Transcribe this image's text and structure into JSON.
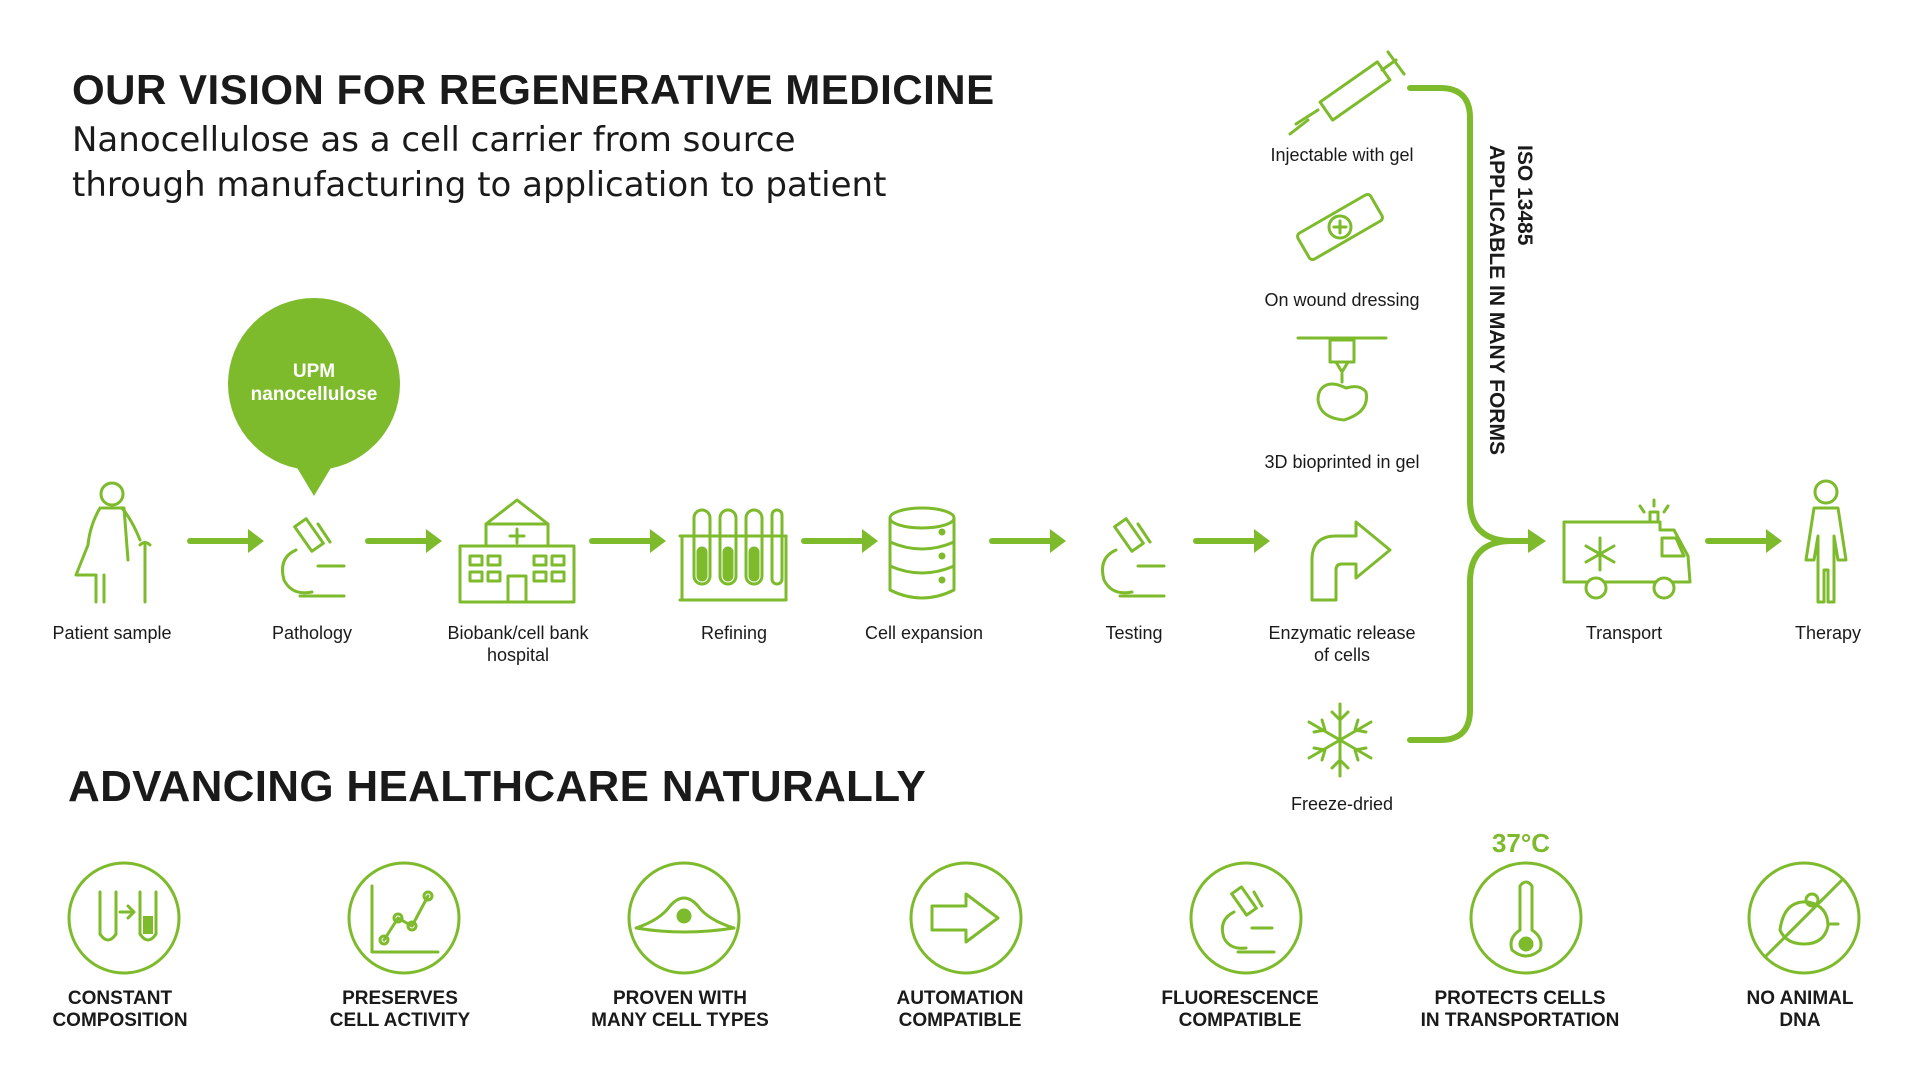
{
  "header": {
    "title": "OUR VISION FOR REGENERATIVE MEDICINE",
    "subtitle_line1": "Nanocellulose as a cell carrier from source",
    "subtitle_line2": "through manufacturing to application to patient"
  },
  "bubble": {
    "line1": "UPM",
    "line2": "nanocellulose"
  },
  "process": {
    "steps": [
      {
        "label": "Patient sample",
        "icon": "elderly-person-icon"
      },
      {
        "label": "Pathology",
        "icon": "microscope-icon"
      },
      {
        "label_line1": "Biobank/cell bank",
        "label_line2": "hospital",
        "icon": "hospital-icon"
      },
      {
        "label": "Refining",
        "icon": "test-tubes-icon"
      },
      {
        "label": "Cell expansion",
        "icon": "database-stack-icon"
      },
      {
        "label": "Testing",
        "icon": "microscope-icon"
      },
      {
        "label_line1": "Enzymatic release",
        "label_line2": "of cells",
        "icon": "curved-arrow-icon"
      },
      {
        "label": "Transport",
        "icon": "ambulance-icon"
      },
      {
        "label": "Therapy",
        "icon": "person-icon"
      }
    ]
  },
  "forms": {
    "items": [
      {
        "label": "Injectable with gel",
        "icon": "syringe-icon"
      },
      {
        "label": "On wound dressing",
        "icon": "bandage-icon"
      },
      {
        "label": "3D bioprinted in gel",
        "icon": "bioprinter-icon"
      },
      {
        "label": "Freeze-dried",
        "icon": "snowflake-icon"
      }
    ],
    "vertical_line1": "ISO 13485",
    "vertical_line2": "APPLICABLE IN MANY FORMS"
  },
  "section2": {
    "title": "ADVANCING HEALTHCARE NATURALLY",
    "features": [
      {
        "line1": "CONSTANT",
        "line2": "COMPOSITION",
        "icon": "tubes-transfer-icon"
      },
      {
        "line1": "PRESERVES",
        "line2": "CELL ACTIVITY",
        "icon": "line-graph-icon"
      },
      {
        "line1": "PROVEN WITH",
        "line2": "MANY CELL TYPES",
        "icon": "cell-icon"
      },
      {
        "line1": "AUTOMATION",
        "line2": "COMPATIBLE",
        "icon": "arrow-right-icon"
      },
      {
        "line1": "FLUORESCENCE",
        "line2": "COMPATIBLE",
        "icon": "microscope-icon"
      },
      {
        "line1": "PROTECTS CELLS",
        "line2": "IN TRANSPORTATION",
        "icon": "thermometer-icon"
      },
      {
        "line1": "NO ANIMAL",
        "line2": "DNA",
        "icon": "no-mouse-icon"
      }
    ],
    "temperature": "37°C"
  },
  "colors": {
    "accent": "#7dbb2c",
    "text": "#1a1a1a"
  }
}
